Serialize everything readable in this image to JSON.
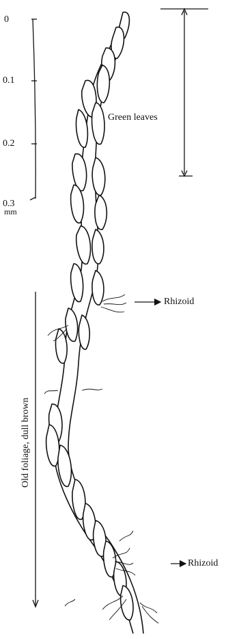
{
  "scale_bar": {
    "ticks": [
      "0",
      "0.1",
      "0.2",
      "0.3"
    ],
    "unit": "mm"
  },
  "labels": {
    "green_leaves": "Green leaves",
    "old_foliage": "Old foliage, dull brown",
    "rhizoid_upper": "Rhizoid",
    "rhizoid_lower": "Rhizoid"
  },
  "colors": {
    "ink": "#111111",
    "background": "#ffffff"
  }
}
